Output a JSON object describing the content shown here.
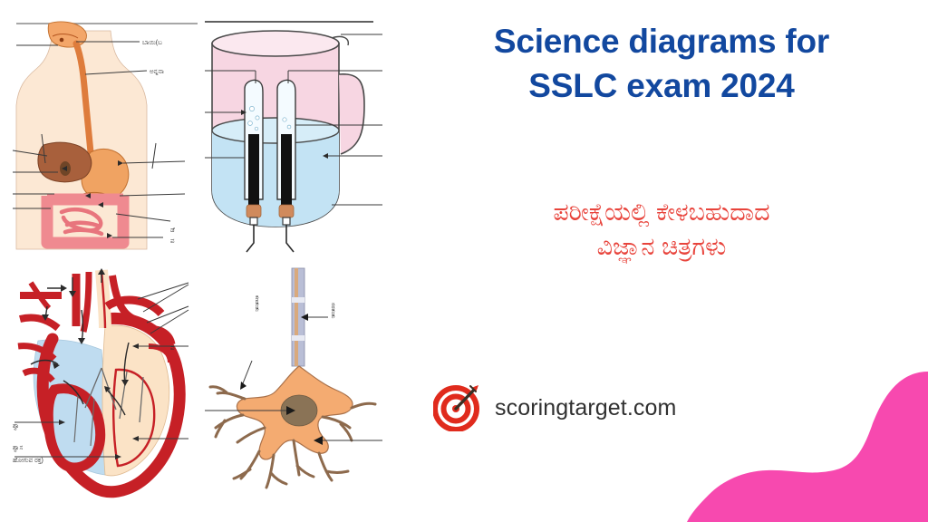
{
  "page": {
    "background_color": "#ffffff",
    "accent_blue": "#12489f",
    "accent_red": "#e8443c",
    "accent_pink": "#f749af"
  },
  "heading": {
    "line1": "Science diagrams for",
    "line2": "SSLC exam 2024",
    "color": "#12489f"
  },
  "subheading": {
    "line1": "ಪರೀಕ್ಷೆಯಲ್ಲಿ ಕೇಳಬಹುದಾದ",
    "line2": "ವಿಜ್ಞಾನ ಚಿತ್ರಗಳು",
    "color": "#e8443c"
  },
  "brand": {
    "icon": "target-with-arrow-icon",
    "name": "scoringtarget.com",
    "icon_color": "#e02b1d",
    "text_color": "#303030"
  },
  "decoration": {
    "shape": "pink-wave-blob",
    "color": "#f749af",
    "position": "bottom-right"
  },
  "diagrams": [
    {
      "id": "digestive-system",
      "name": "Human digestive system",
      "position": "top-left",
      "labels": [
        "ಬಾಯಿ(ಬ",
        "ಅನ್ನನಾ",
        "ಡೆ"
      ],
      "colors": {
        "organ": "#e4803f",
        "stomach": "#f0a362",
        "liver": "#a8603c",
        "intestine": "#ef8a90",
        "skin": "#fbe6d2"
      }
    },
    {
      "id": "electrolysis-of-water",
      "name": "Electrolysis of water apparatus",
      "position": "top-right",
      "labels": [],
      "colors": {
        "beaker_top": "#f7d6e2",
        "water": "#c3e3f4",
        "electrode": "#1a1a1a",
        "cap": "#d08a5c"
      }
    },
    {
      "id": "human-heart",
      "name": "Human heart cross section",
      "position": "bottom-left",
      "labels": [
        "ಶ್ವಾಸ",
        "ಹೋಗುವ ರಕ್ತ)",
        "ಪ"
      ],
      "colors": {
        "oxygenated": "#c62026",
        "deoxygenated": "#bfdcf0",
        "chamber": "#fbe3c6"
      }
    },
    {
      "id": "neuron",
      "name": "Neuron nerve cell",
      "position": "bottom-right",
      "labels": [
        "ಕಣತಂತು",
        "ನರತಂತು"
      ],
      "colors": {
        "cell_body": "#f4ab71",
        "nucleus": "#8a7356",
        "axon": "#b9bed6"
      }
    }
  ]
}
